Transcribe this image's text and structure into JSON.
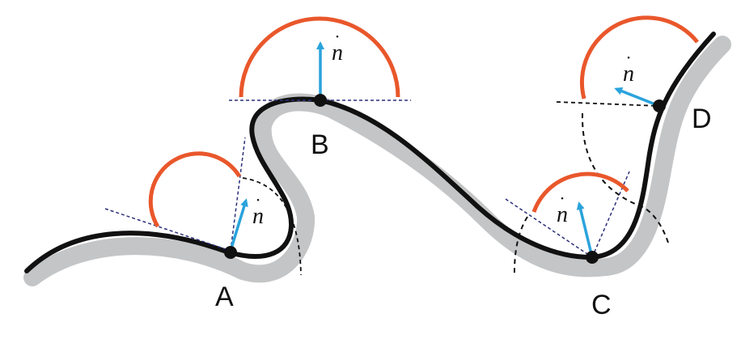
{
  "points": [
    {
      "id": "A",
      "label": "A",
      "normal_label": "n"
    },
    {
      "id": "B",
      "label": "B",
      "normal_label": "n"
    },
    {
      "id": "C",
      "label": "C",
      "normal_label": "n"
    },
    {
      "id": "D",
      "label": "D",
      "normal_label": "n"
    }
  ],
  "normal_dot_glyph": "˙",
  "colors": {
    "curve": "#111111",
    "shadow_band": "#c4c5c6",
    "feasible_arc": "#e9572b",
    "normal_arrow": "#2aa3dc",
    "tangent_line": "#2b2f7a",
    "curvature_circle": "#111111"
  }
}
